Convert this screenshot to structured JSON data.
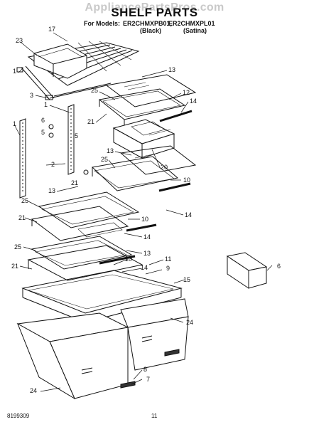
{
  "watermark": "AppliancePartsPros.com",
  "title": "SHELF PARTS",
  "models": {
    "prefix": "For Models:",
    "model_1": "ER2CHMXPB01,",
    "model_2": "ER2CHMXPL01",
    "finish_1": "(Black)",
    "finish_2": "(Satina)"
  },
  "callouts": [
    "17",
    "23",
    "1",
    "3",
    "13",
    "25",
    "12",
    "14",
    "21",
    "1",
    "6",
    "5",
    "20",
    "5",
    "13",
    "25",
    "2",
    "10",
    "13",
    "21",
    "14",
    "25",
    "10",
    "21",
    "14",
    "13",
    "25",
    "11",
    "21",
    "10",
    "9",
    "14",
    "15",
    "24",
    "6",
    "8",
    "7",
    "24",
    "1"
  ],
  "footer": {
    "part_number": "8199309",
    "page": "11"
  }
}
